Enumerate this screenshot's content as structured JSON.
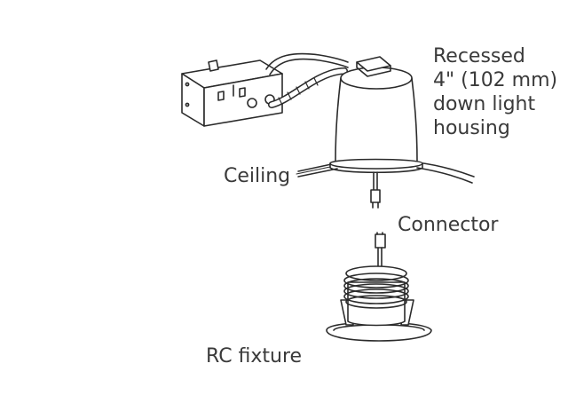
{
  "labels": {
    "housing": [
      "Recessed",
      "4\" (102 mm)",
      "down light",
      "housing"
    ],
    "ceiling": "Ceiling",
    "connector": "Connector",
    "fixture": "RC fixture"
  },
  "colors": {
    "stroke": "#2b2b2b",
    "text": "#3a3a3a",
    "fill": "#ffffff"
  }
}
